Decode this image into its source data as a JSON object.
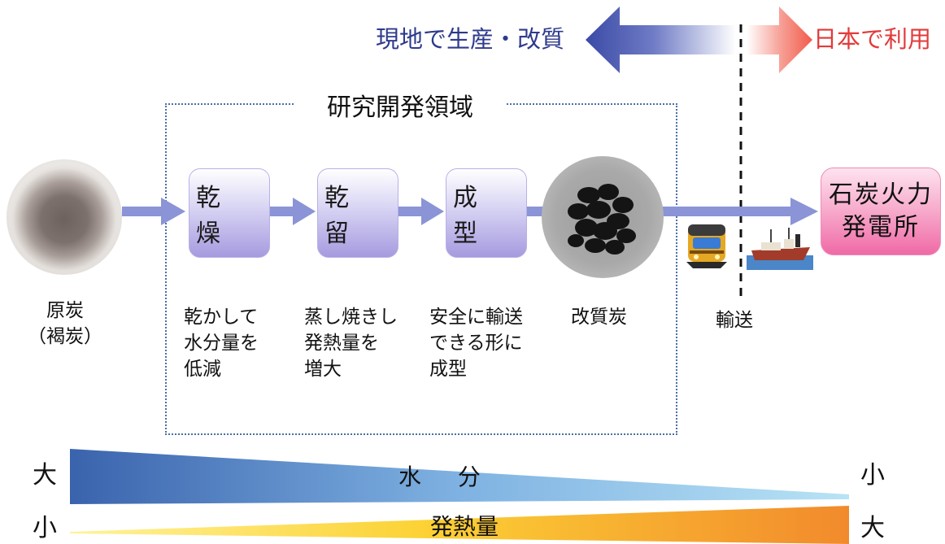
{
  "top": {
    "local_label": "現地で生産・改質",
    "japan_label": "日本で利用"
  },
  "region": {
    "title": "研究開発領域"
  },
  "process": {
    "dry": "乾 燥",
    "carbonize": "乾 留",
    "form": "成 型",
    "power_plant": "石炭火力\n発電所"
  },
  "captions": {
    "raw": "原炭\n（褐炭）",
    "dry": "乾かして\n水分量を\n低減",
    "carbonize": "蒸し焼きし\n発熱量を\n増大",
    "form": "安全に輸送\nできる形に\n成型",
    "upgraded": "改質炭",
    "transport": "輸送"
  },
  "moisture": {
    "label": "水 分",
    "left": "大",
    "right": "小"
  },
  "heat": {
    "label": "発熱量",
    "left": "小",
    "right": "大"
  },
  "colors": {
    "local_arrow": "#3b4aa6",
    "japan_arrow": "#f25a4a",
    "flow_arrow": "#8a94d6",
    "moisture_start": "#3a63ad",
    "moisture_end": "#b8e3f5",
    "heat_start": "#fff39a",
    "heat_end": "#f28a2c",
    "power_plant": "#f490bd"
  },
  "icons": [
    "train-icon",
    "ship-icon",
    "raw-coal-image",
    "upgraded-coal-image"
  ]
}
